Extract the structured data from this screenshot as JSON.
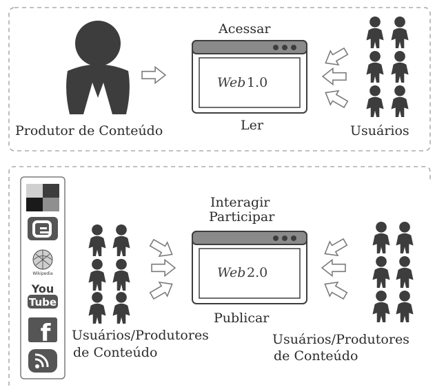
{
  "panel_top": {
    "producer_label": "Produtor de Conteúdo",
    "action_top": "Acessar",
    "action_bottom": "Ler",
    "web_label_italic": "Web",
    "web_label_version": "1.0",
    "users_label": "Usuários"
  },
  "panel_bottom": {
    "action_top_1": "Interagir",
    "action_top_2": "Participar",
    "action_bottom": "Publicar",
    "web_label_italic": "Web",
    "web_label_version": "2.0",
    "left_group_line1": "Usuários/Produtores",
    "left_group_line2": "de Conteúdo",
    "right_group_line1": "Usuários/Produtores",
    "right_group_line2": "de Conteúdo"
  },
  "sidebar": {
    "icons": [
      "delicious-icon",
      "blogger-icon",
      "wikipedia-icon",
      "youtube-icon",
      "facebook-icon",
      "rss-icon"
    ],
    "wikipedia_text": "Wikipedia",
    "youtube_text_1": "You",
    "youtube_text_2": "Tube",
    "facebook_text": "f"
  },
  "colors": {
    "figure": "#3d3d3d",
    "icon_bg": "#555555",
    "border": "#9a9a9a"
  }
}
